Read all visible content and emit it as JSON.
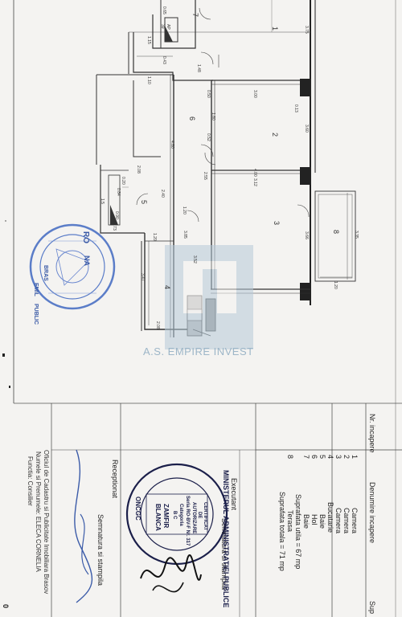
{
  "plan": {
    "rooms": [
      {
        "id": "room-1",
        "label": "1"
      },
      {
        "id": "room-2",
        "label": "2"
      },
      {
        "id": "room-3",
        "label": "3"
      },
      {
        "id": "room-4",
        "label": "4"
      },
      {
        "id": "room-5",
        "label": "5"
      },
      {
        "id": "room-6",
        "label": "6"
      },
      {
        "id": "room-7",
        "label": "7"
      },
      {
        "id": "room-8",
        "label": "8"
      }
    ],
    "dimensions": [
      "3.75",
      "3.00",
      "3.60",
      "4.00",
      "3.12",
      "3.85",
      "3.66",
      "3.35",
      "1.20",
      "1.10",
      "1.15",
      "1.48",
      "0.90",
      "0.50",
      "0.52",
      "0.13",
      "0.20",
      "2.08",
      "2.40",
      "1.73",
      "1.20",
      "2.55",
      "3.47",
      "3.85",
      "3.52",
      "2.08",
      "4.80",
      "1.20",
      "0.65",
      "0.43",
      "1.80",
      "0.84",
      "0.98",
      "1.5"
    ],
    "small_labels": [
      "AP",
      "39",
      "AP"
    ]
  },
  "stamp_round": {
    "lines": [
      "RO",
      "BRAS",
      "NA",
      "EMIL",
      "PUBLIC"
    ]
  },
  "watermark": "A.S. EMPIRE INVEST",
  "table": {
    "headers": [
      "Nr. incapere",
      "Denumire incapere",
      "Sup"
    ],
    "rows": [
      {
        "nr": "1",
        "name": "Camera"
      },
      {
        "nr": "2",
        "name": "Camera"
      },
      {
        "nr": "3",
        "name": "Camera"
      },
      {
        "nr": "4",
        "name": "Bucatarie"
      },
      {
        "nr": "5",
        "name": "Baie"
      },
      {
        "nr": "6",
        "name": "Hol"
      },
      {
        "nr": "7",
        "name": "Baie"
      }
    ],
    "useful_area": "Suprafata utila = 67 mp",
    "terrace_nr": "8",
    "terrace_name": "Terasa",
    "total_area": "Suprafata totala = 71 mp"
  },
  "executant": {
    "title": "Executant",
    "sign_label": "Semnatura si stampila",
    "receptionat": "Receptionat",
    "sign_label2": "Semnatura si stampila",
    "office_line": "Oficiul de Cadastru si Publicitate Imobiliara Brasov",
    "name_line": "Numele si Prenumele: ELECA CORNELIA",
    "func_line": "Functia: Consilier"
  },
  "stamp_ministry": {
    "outer": "MINISTERUL ADMINISTRATIEI PUBLICE",
    "lines": [
      "CERTIFICAT",
      "DE",
      "AUTORIZARE",
      "Seria RO-BV-F Nr. 317",
      "Categoria",
      "B C",
      "ZAMFIR",
      "BLANCA"
    ],
    "bottom": "ONCGC"
  },
  "corner_mark": "0"
}
